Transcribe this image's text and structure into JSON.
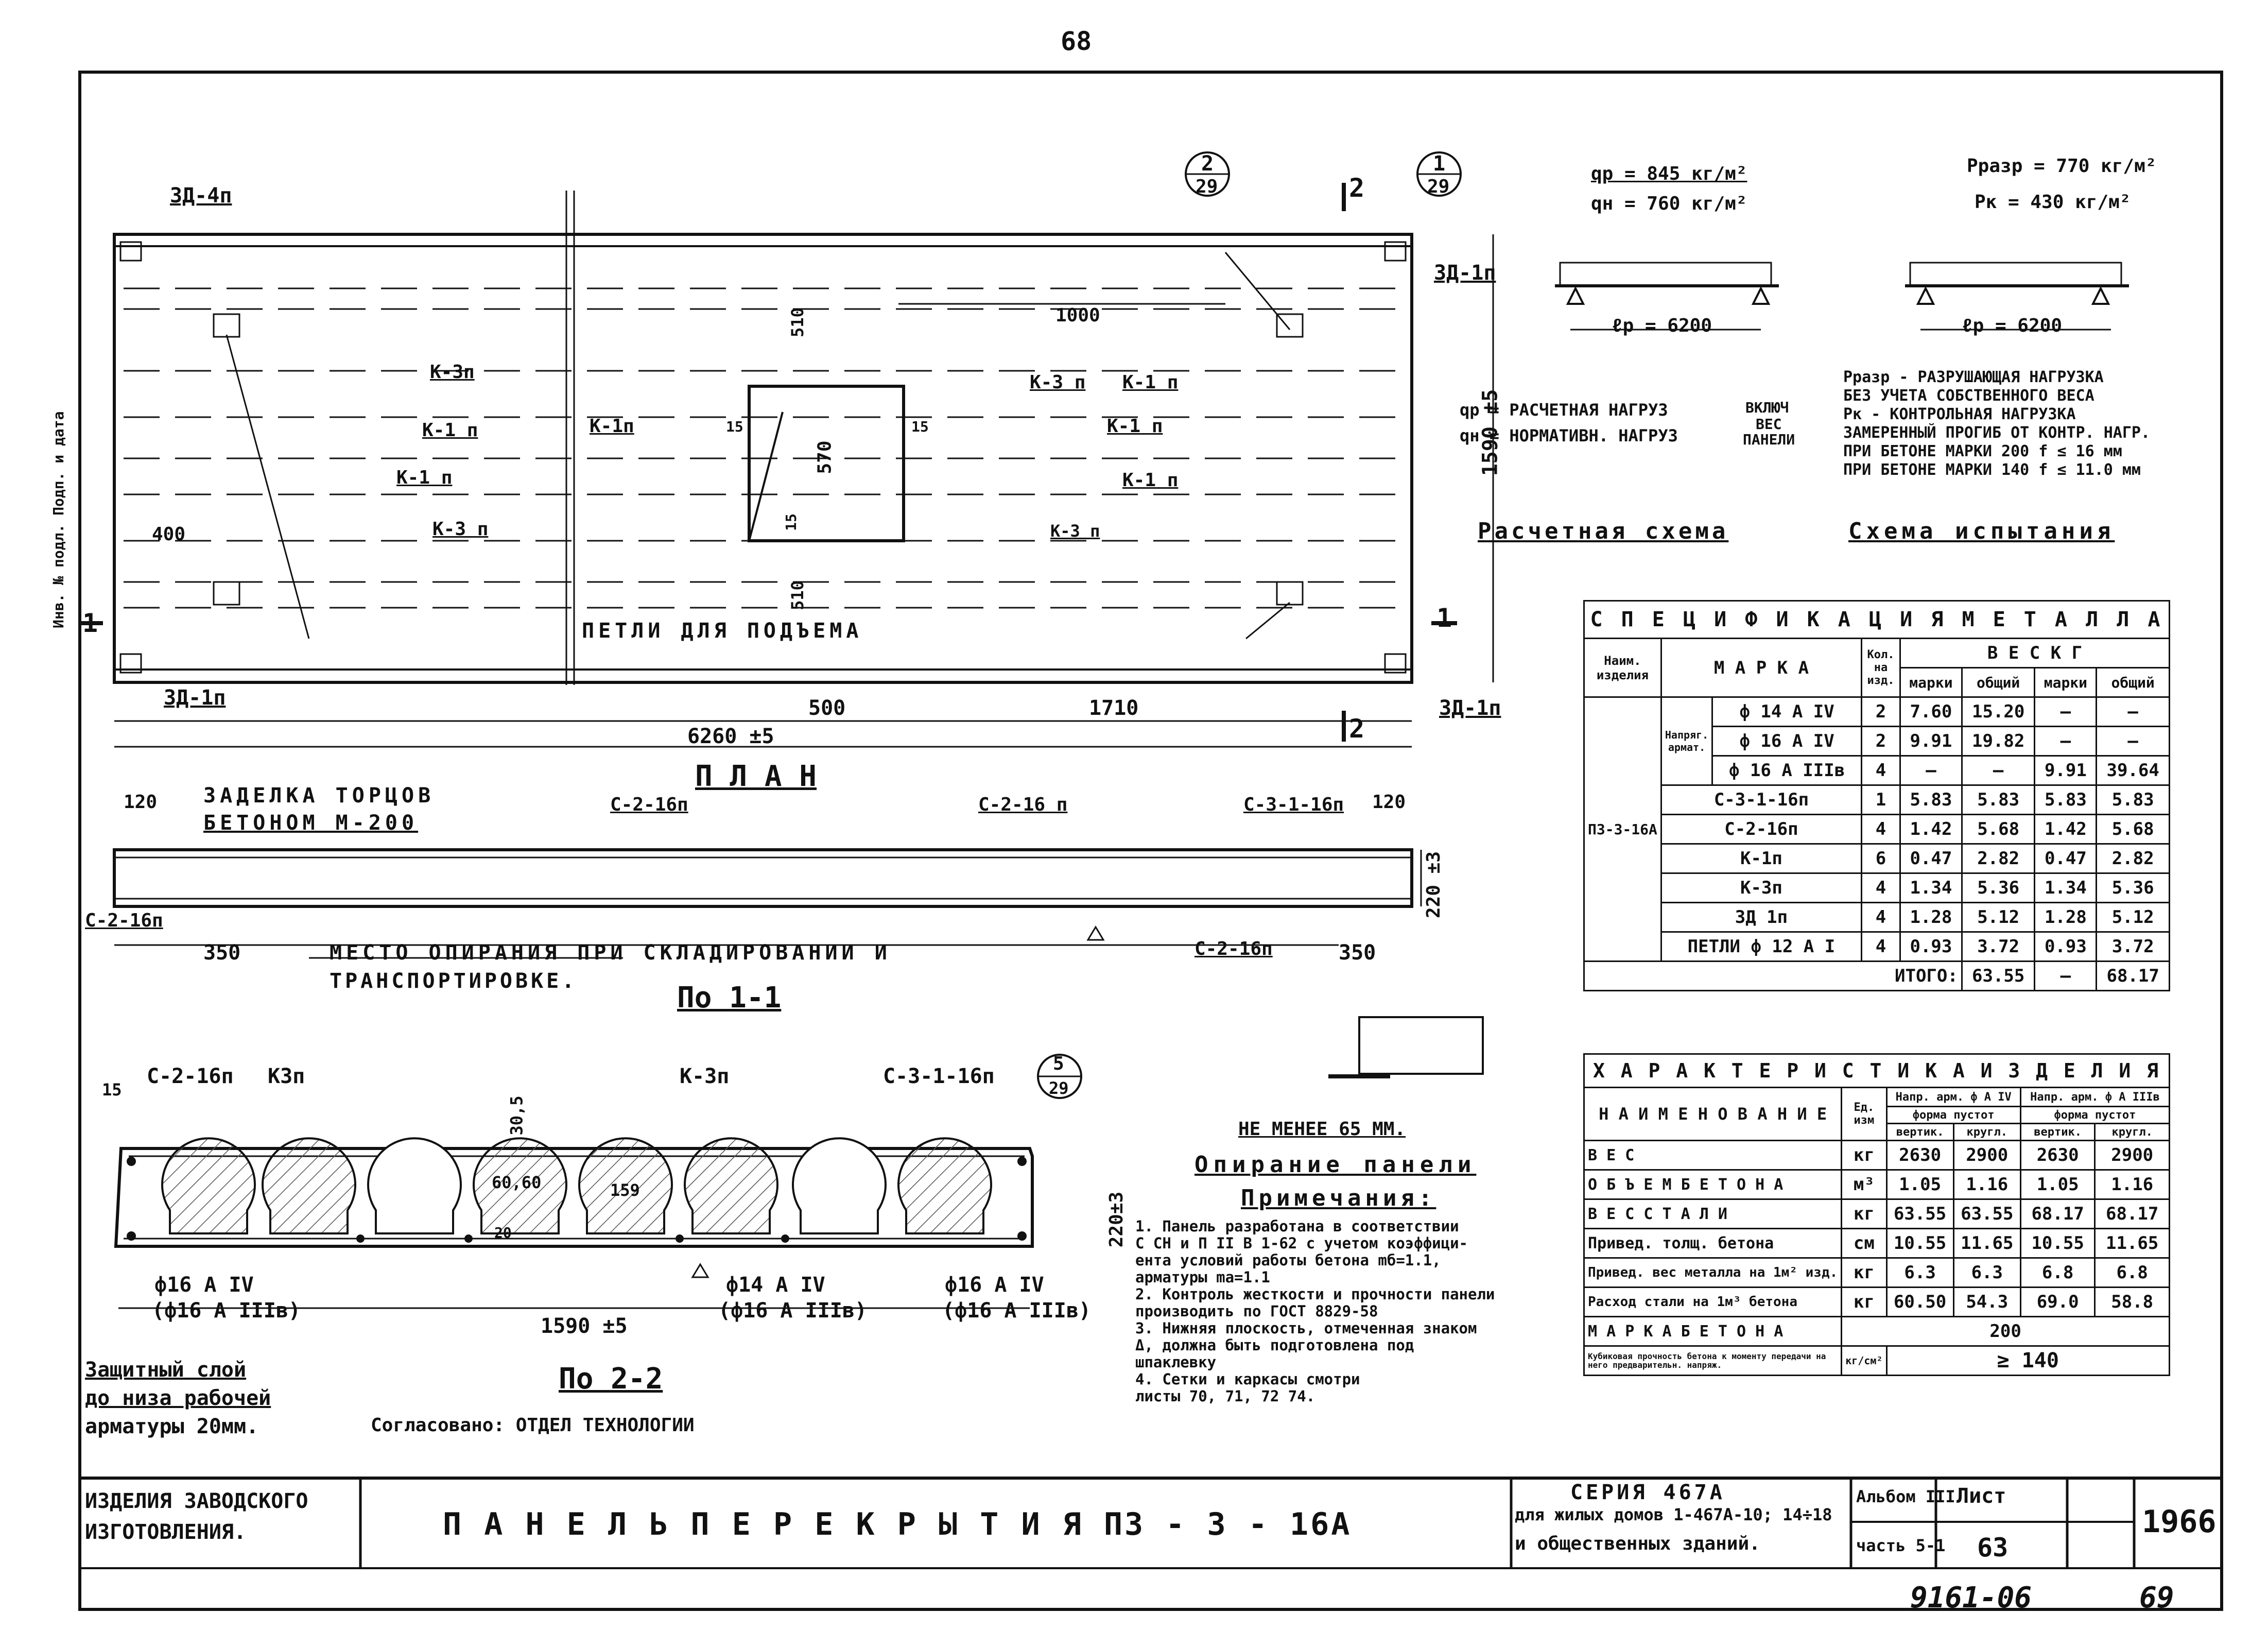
{
  "page": {
    "number_top": "68",
    "number_bottom": "69",
    "archive_code": "9161-06"
  },
  "plan": {
    "title": "П Л А Н",
    "labels": {
      "zd4p_top": "ЗД-4п",
      "zd1p_right_top": "ЗД-1п",
      "zd1p_left_bottom": "ЗД-1п",
      "zd1p_right_bottom": "ЗД-1п",
      "k3p_a": "К-3п",
      "k1p_a": "К-1 п",
      "k1p_b": "К-1 п",
      "k3p_b": "К-3 п",
      "k1p_c": "К-1п",
      "k3p_c": "К-3 п",
      "k1p_d": "К-1 п",
      "k1p_e": "К-1 п",
      "k1p_f": "К-1 п",
      "k3p_d": "К-3 п",
      "loops": "ПЕТЛИ ДЛЯ ПОДЪЕМА",
      "sec1_left": "1",
      "sec1_right": "1",
      "sec2_top": "2",
      "sec2_bottom": "2"
    },
    "dims": {
      "d1000": "1000",
      "d510a": "510",
      "d570": "570",
      "d510b": "510",
      "d15a": "15",
      "d15b": "15",
      "d15c": "15",
      "d400": "400",
      "d500": "500",
      "d1710": "1710",
      "d6260": "6260 ±5",
      "d1590": "1590 ±5"
    },
    "callouts": [
      {
        "num": "2",
        "den": "29"
      },
      {
        "num": "1",
        "den": "29"
      }
    ]
  },
  "section11": {
    "title": "По 1-1",
    "labels": {
      "d120a": "120",
      "d120b": "120",
      "seal": "ЗАДЕЛКА ТОРЦОВ",
      "seal2": "БЕТОНОМ М-200",
      "c216a": "С-2-16п",
      "c216b": "С-2-16 п",
      "c3116": "С-3-1-16п",
      "c216left": "С-2-16п",
      "c216right": "С-2-16п",
      "d350a": "350",
      "d350b": "350",
      "d220": "220 ±3",
      "support": "МЕСТО ОПИРАНИЯ ПРИ СКЛАДИРОВАНИИ И",
      "support2": "ТРАНСПОРТИРОВКЕ."
    }
  },
  "section22": {
    "title": "По 2-2",
    "labels": {
      "d15": "15",
      "c216": "С-2-16п",
      "k3p": "К3п",
      "k3p2": "К-3п",
      "c3116": "С-3-1-16п",
      "d305": "30,5",
      "d6060": "60,60",
      "d159": "159",
      "d20": "20",
      "d220": "220±3",
      "rebar_l1": "ф16 А IV",
      "rebar_l2": "(ф16 А IIIв)",
      "rebar_m1": "ф14 А IV",
      "rebar_m2": "(ф16 А IIIв)",
      "rebar_r1": "ф16 А IV",
      "rebar_r2": "(ф16 А IIIв)",
      "d1590": "1590 ±5",
      "cover1": "Защитный слой",
      "cover2": "до низа рабочей",
      "cover3": "арматуры 20мм.",
      "agreed": "Согласовано: ОТДЕЛ ТЕХНОЛОГИИ"
    },
    "callout": {
      "num": "5",
      "den": "29"
    }
  },
  "support_detail": {
    "min_label": "НЕ МЕНЕЕ 65 ММ.",
    "title": "Опирание панели"
  },
  "notes": {
    "title": "Примечания:",
    "items": [
      "1. Панель разработана в соответствии",
      "С СН и П II В 1-62 с учетом коэффици-",
      "ента условий работы бетона mб=1.1,",
      "арматуры ma=1.1",
      "2. Контроль жесткости и прочности панели",
      "производить по ГОСТ 8829-58",
      "3. Нижняя плоскость, отмеченная знаком",
      "Δ, должна быть подготовлена под",
      "шпаклевку",
      "4. Сетки и каркасы смотри",
      "листы 70, 71, 72 74."
    ]
  },
  "calc_scheme": {
    "qp": "qр = 845 кг/м²",
    "qn": "qн = 760 кг/м²",
    "lp": "ℓр = 6200",
    "legend1": "qр = РАСЧЕТНАЯ НАГРУЗ",
    "legend2": "qн = НОРМАТИВН. НАГРУЗ",
    "legend_brace1": "ВКЛЮЧ",
    "legend_brace2": "ВЕС",
    "legend_brace3": "ПАНЕЛИ",
    "title": "Расчетная схема"
  },
  "test_scheme": {
    "prazr": "Рразр = 770 кг/м²",
    "pk": "Рк = 430 кг/м²",
    "lp": "ℓр = 6200",
    "desc": [
      "Рразр - РАЗРУШАЮЩАЯ НАГРУЗКА",
      "БЕЗ УЧЕТА СОБСТВЕННОГО ВЕСА",
      "Рк - КОНТРОЛЬНАЯ НАГРУЗКА",
      "ЗАМЕРЕННЫЙ ПРОГИБ ОТ КОНТР. НАГР.",
      "ПРИ БЕТОНЕ МАРКИ 200 f ≤ 16 мм",
      "ПРИ БЕТОНЕ МАРКИ 140 f ≤ 11.0 мм"
    ],
    "title": "Схема испытания"
  },
  "metal_spec": {
    "title": "С П Е Ц И Ф И К А Ц И Я   М Е Т А Л Л А",
    "headers": {
      "name": "Наим. изделия",
      "mark": "М А Р К А",
      "qty": "Кол. на изд.",
      "weight": "В Е С   К Г",
      "w1": "марки",
      "w2": "общий",
      "w3": "марки",
      "w4": "общий"
    },
    "product": "П3-3-16А",
    "group": "Напряг. армат.",
    "rows": [
      [
        "ф 14 А IV",
        "2",
        "7.60",
        "15.20",
        "—",
        "—"
      ],
      [
        "ф 16 А IV",
        "2",
        "9.91",
        "19.82",
        "—",
        "—"
      ],
      [
        "ф 16 А IIIв",
        "4",
        "—",
        "—",
        "9.91",
        "39.64"
      ],
      [
        "С-3-1-16п",
        "1",
        "5.83",
        "5.83",
        "5.83",
        "5.83"
      ],
      [
        "С-2-16п",
        "4",
        "1.42",
        "5.68",
        "1.42",
        "5.68"
      ],
      [
        "К-1п",
        "6",
        "0.47",
        "2.82",
        "0.47",
        "2.82"
      ],
      [
        "К-3п",
        "4",
        "1.34",
        "5.36",
        "1.34",
        "5.36"
      ],
      [
        "ЗД 1п",
        "4",
        "1.28",
        "5.12",
        "1.28",
        "5.12"
      ],
      [
        "ПЕТЛИ ф 12 А I",
        "4",
        "0.93",
        "3.72",
        "0.93",
        "3.72"
      ]
    ],
    "total": [
      "ИТОГО:",
      "63.55",
      "—",
      "68.17"
    ]
  },
  "characteristics": {
    "title": "Х А Р А К Т Е Р И С Т И К А   И З Д Е Л И Я",
    "headers": {
      "name": "Н А И М Е Н О В А Н И Е",
      "unit": "Ед. изм",
      "arm1": "Напр. арм. ф А IV",
      "arm2": "Напр. арм. ф А IIIв",
      "form": "форма пустот",
      "v": "вертик.",
      "c": "кругл."
    },
    "rows": [
      [
        "В Е С",
        "кг",
        "2630",
        "2900",
        "2630",
        "2900"
      ],
      [
        "О Б Ъ Е М   Б Е Т О Н А",
        "м³",
        "1.05",
        "1.16",
        "1.05",
        "1.16"
      ],
      [
        "В Е С   С Т А Л И",
        "кг",
        "63.55",
        "63.55",
        "68.17",
        "68.17"
      ],
      [
        "Привед. толщ. бетона",
        "см",
        "10.55",
        "11.65",
        "10.55",
        "11.65"
      ],
      [
        "Привед. вес металла на 1м² изд.",
        "кг",
        "6.3",
        "6.3",
        "6.8",
        "6.8"
      ],
      [
        "Расход стали на 1м³ бетона",
        "кг",
        "60.50",
        "54.3",
        "69.0",
        "58.8"
      ]
    ],
    "concrete_mark_label": "М А Р К А   Б Е Т О Н А",
    "concrete_mark": "200",
    "cube_label": "Кубиковая прочность бетона к моменту передачи на него предварительн. напряж.",
    "cube_unit": "кг/см²",
    "cube_value": "≥ 140"
  },
  "title_block": {
    "left": "ИЗДЕЛИЯ ЗАВОДСКОГО ИЗГОТОВЛЕНИЯ.",
    "title": "П А Н Е Л Ь   П Е Р Е К Р Ы Т И Я   П3 - 3 - 16А",
    "series": "СЕРИЯ 467А",
    "series2": "для жилых домов 1-467А-10; 14÷18",
    "series3": "и общественных зданий.",
    "album": "Альбом III",
    "part": "часть 5-1",
    "sheet_label": "Лист",
    "sheet": "63",
    "year": "1966"
  },
  "side_stamp": "Инв. № подл.  Подп. и дата"
}
